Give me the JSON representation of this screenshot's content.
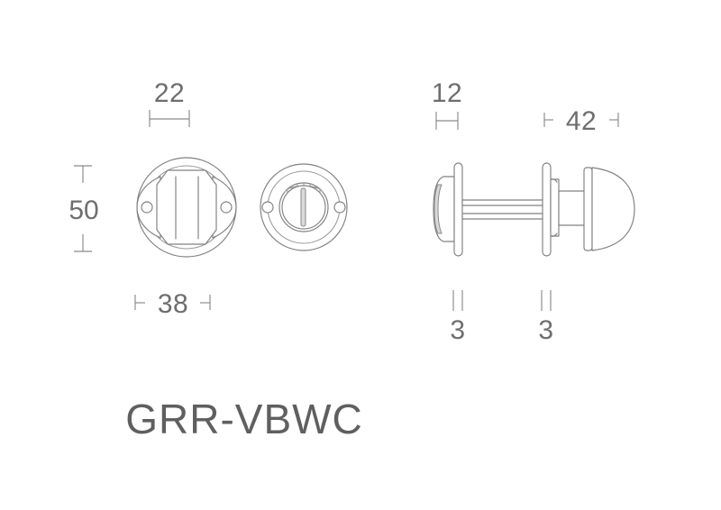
{
  "drawing": {
    "title": "GRR-VBWC",
    "background_color": "#ffffff",
    "line_color": "#808080",
    "text_color": "#6e6e6e",
    "dimensions": {
      "rose_thickness_top": "22",
      "rose_height": "50",
      "rose_diameter": "38",
      "spindle_plate_width": "12",
      "knob_projection": "42",
      "rose_depth_left": "3",
      "rose_depth_right": "3"
    },
    "views": {
      "front_turn": "front-view-turn-knob",
      "front_release": "front-view-coin-release",
      "side_profile": "side-view-profile"
    }
  }
}
